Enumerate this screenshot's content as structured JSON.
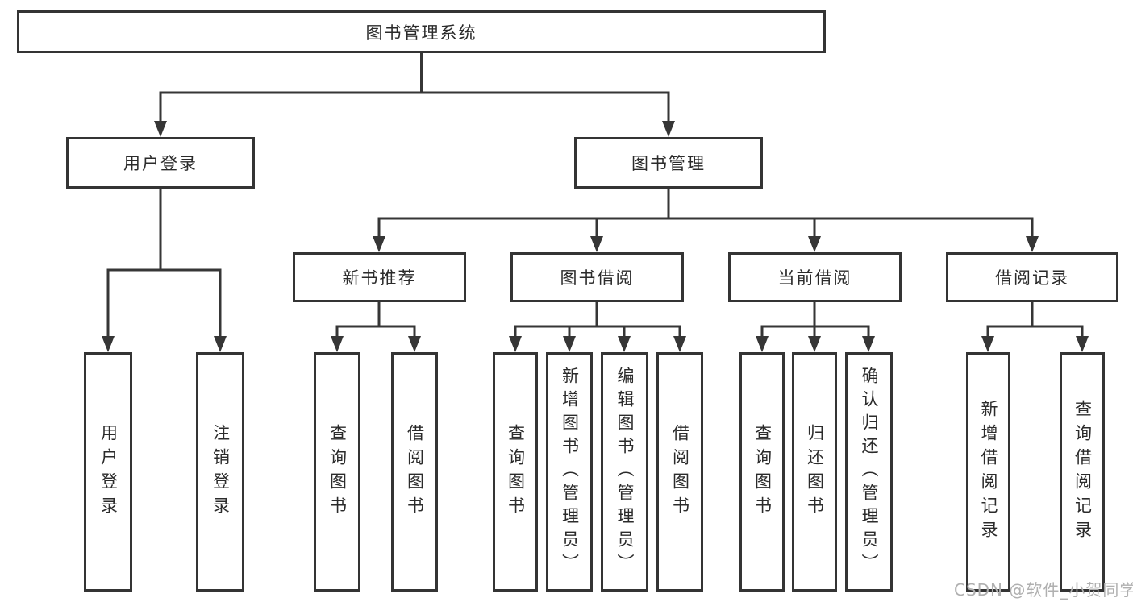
{
  "theme": {
    "background": "#ffffff",
    "line_color": "#363636",
    "box_border_color": "#343434",
    "text_color": "#2b2b2b",
    "watermark_color": "#b0b0b0"
  },
  "watermark": "CSDN @软件_小贺同学",
  "tree": {
    "root": "图书管理系统",
    "user_login": {
      "label": "用户登录",
      "children": {
        "login": "用户登录",
        "logout": "注销登录"
      }
    },
    "book_management": {
      "label": "图书管理",
      "children": {
        "new_book_recommend": {
          "label": "新书推荐",
          "children": {
            "query_books": "查询图书",
            "borrow_books": "借阅图书"
          }
        },
        "book_borrowing": {
          "label": "图书借阅",
          "children": {
            "query_books": "查询图书",
            "add_books": "新增图书（管理员）",
            "edit_books": "编辑图书（管理员）",
            "borrow_books": "借阅图书"
          }
        },
        "current_borrowing": {
          "label": "当前借阅",
          "children": {
            "query_books": "查询图书",
            "return_books": "归还图书",
            "confirm_return": "确认归还（管理员）"
          }
        },
        "borrowing_records": {
          "label": "借阅记录",
          "children": {
            "add_record": "新增借阅记录",
            "query_record": "查询借阅记录"
          }
        }
      }
    }
  }
}
